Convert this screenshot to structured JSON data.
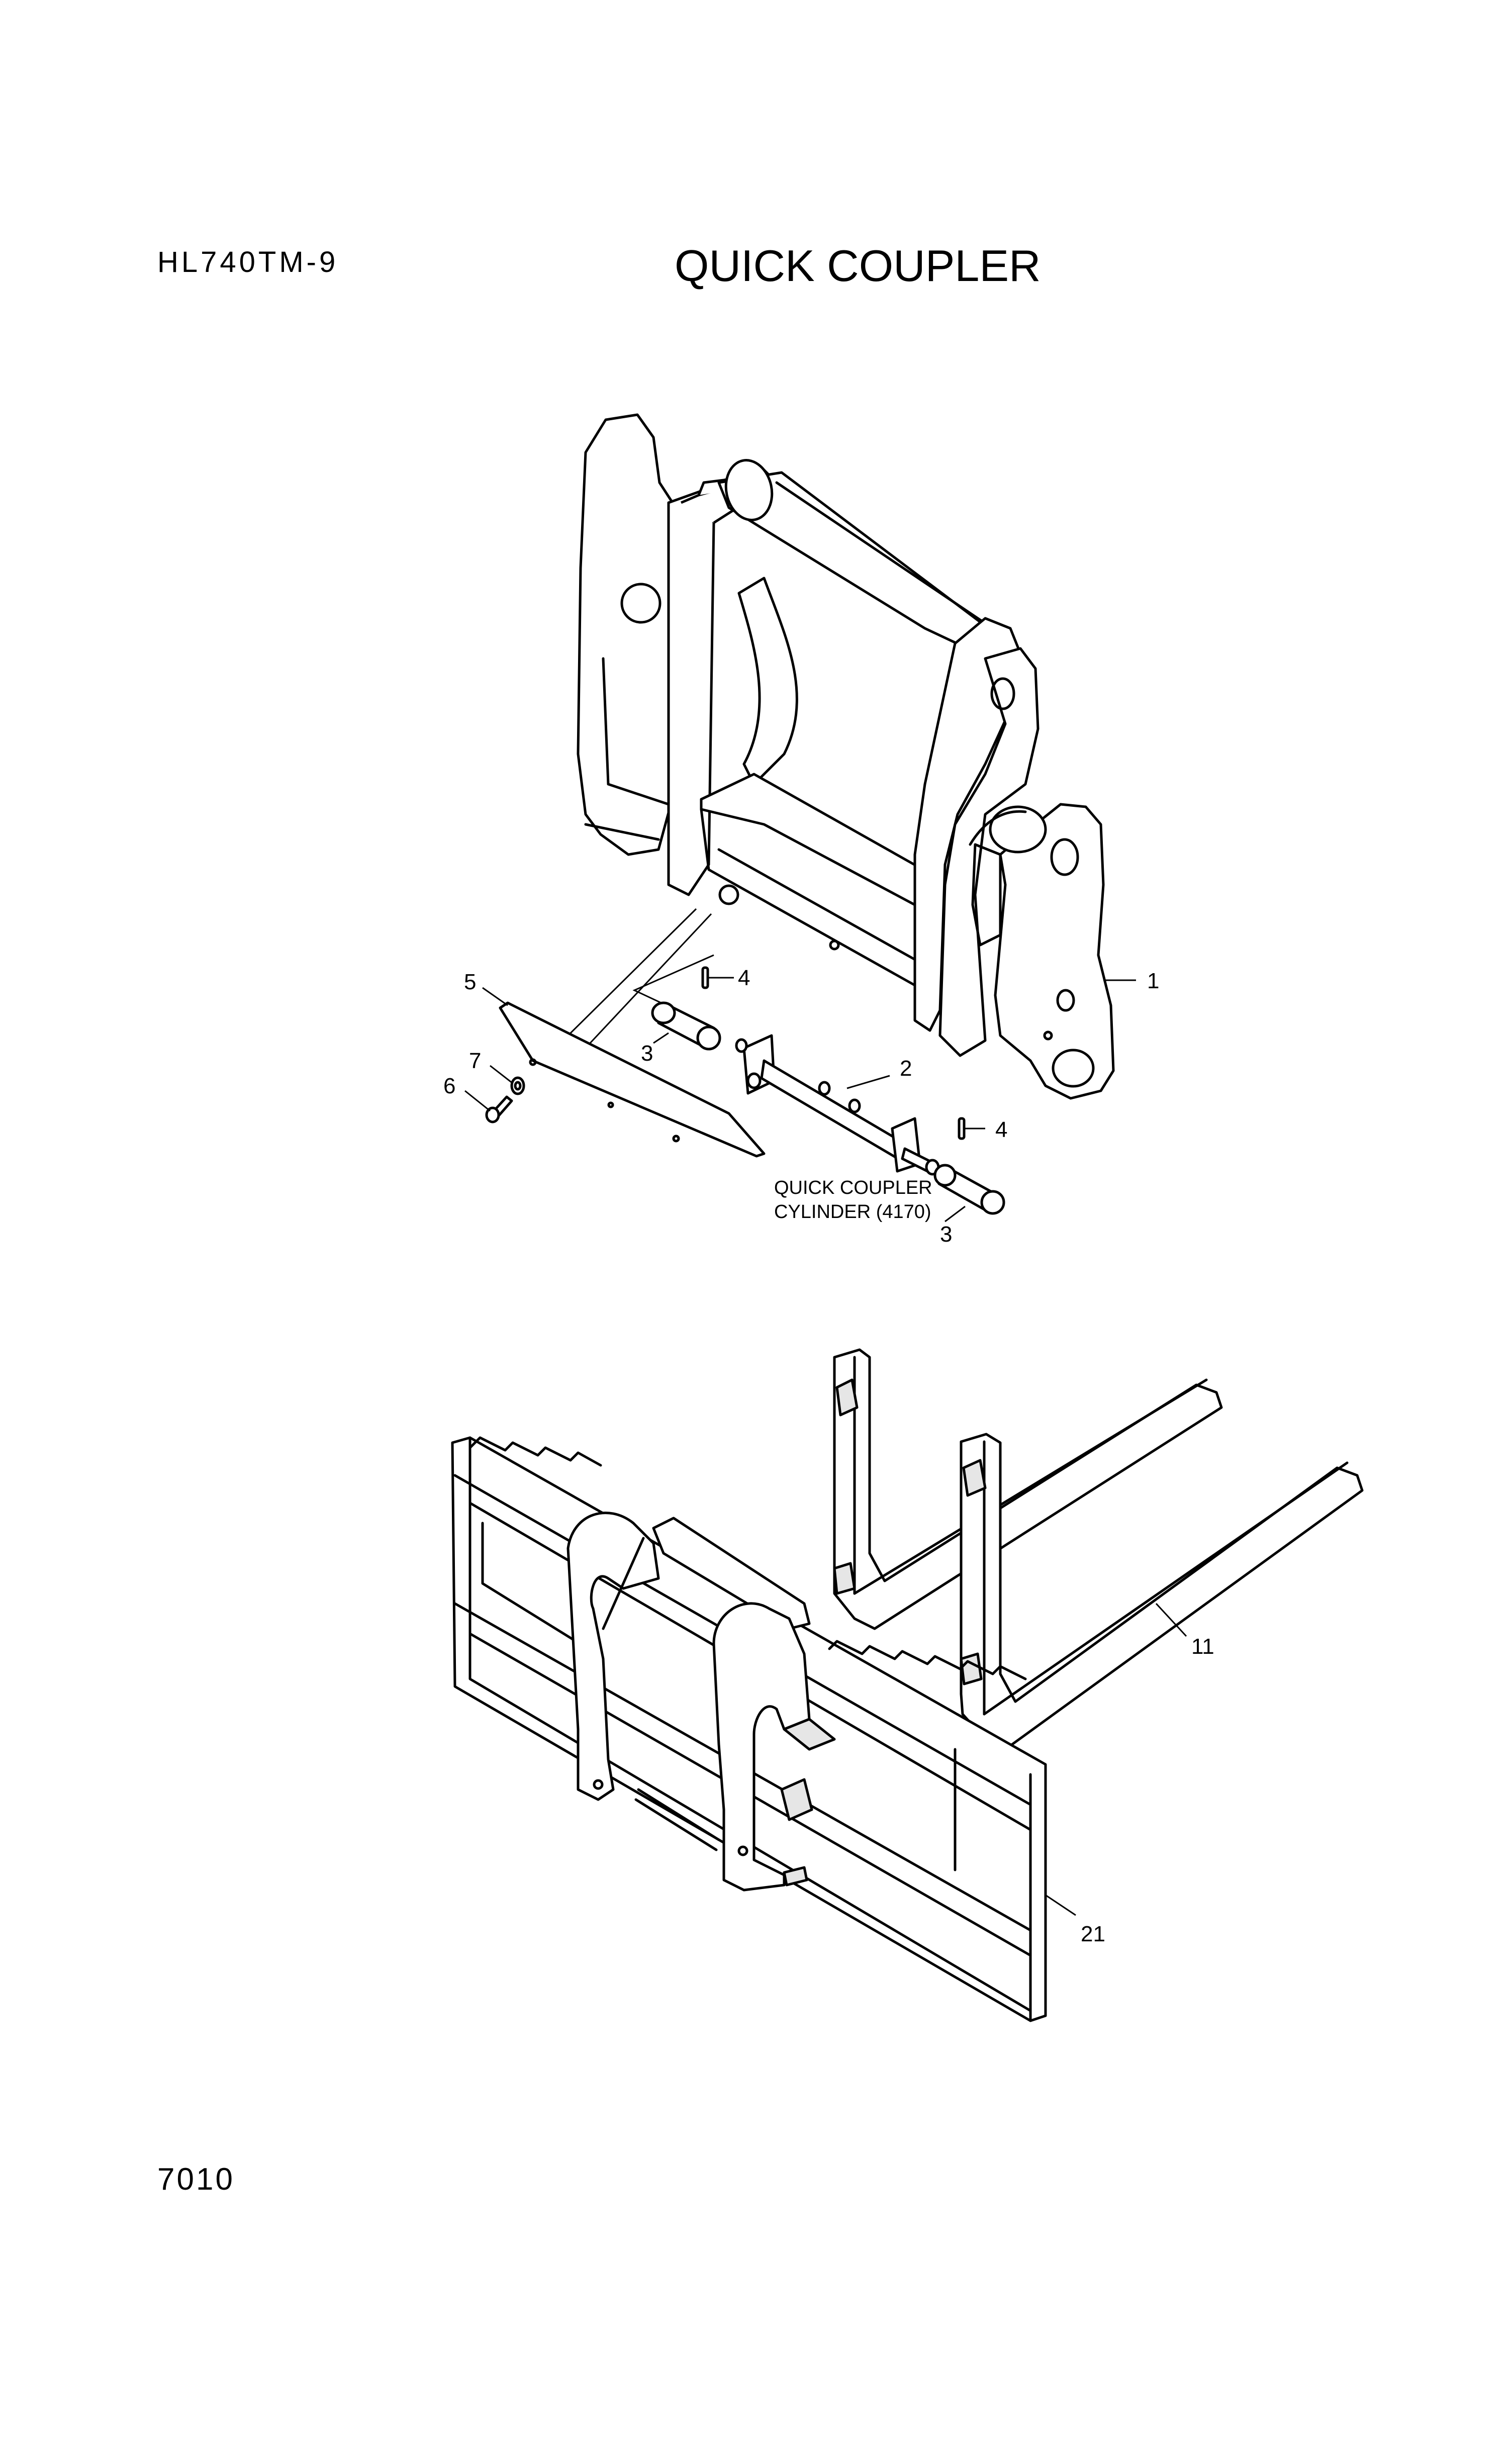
{
  "header": {
    "model": "HL740TM-9",
    "title": "QUICK COUPLER"
  },
  "footer": {
    "page_number": "7010"
  },
  "callouts": {
    "c1": "1",
    "c2": "2",
    "c3a": "3",
    "c3b": "3",
    "c4a": "4",
    "c4b": "4",
    "c5": "5",
    "c6": "6",
    "c7": "7",
    "c11": "11",
    "c21": "21"
  },
  "note": {
    "line1": "QUICK COUPLER",
    "line2": "CYLINDER (4170)"
  }
}
